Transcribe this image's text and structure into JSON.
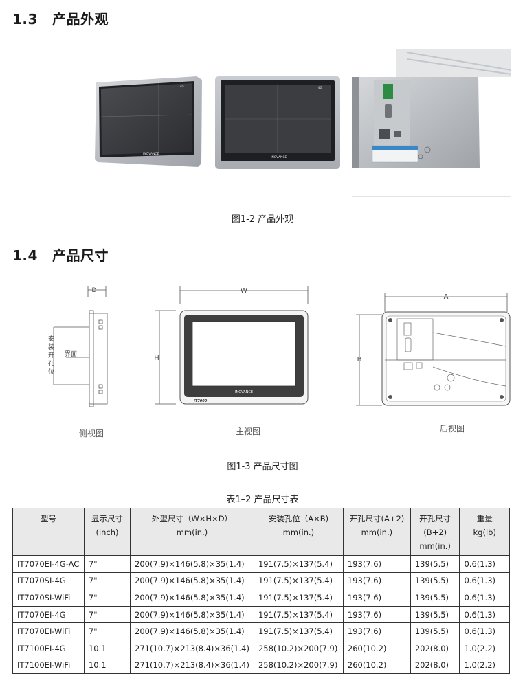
{
  "section_1_3": {
    "number": "1.3",
    "title": "产品外观"
  },
  "photo_front": {
    "logo": "INOVANCE",
    "badge": "4G"
  },
  "figure_1_2": {
    "caption": "图1-2 产品外观"
  },
  "section_1_4": {
    "number": "1.4",
    "title": "产品尺寸"
  },
  "drawing_side": {
    "dim_label": "D",
    "callout_vertical": [
      "安",
      "装",
      "开",
      "孔",
      "位"
    ],
    "callout_face": "界面",
    "view_label": "侧视图"
  },
  "drawing_front": {
    "dim_w": "W",
    "dim_h": "H",
    "logo": "INOVANCE",
    "model": "IT7000",
    "view_label": "主视图"
  },
  "drawing_back": {
    "dim_a": "A",
    "dim_b": "B",
    "view_label": "后视图"
  },
  "figure_1_3": {
    "caption": "图1-3 产品尺寸图"
  },
  "table_1_2": {
    "caption": "表1–2 产品尺寸表",
    "headers": {
      "model": [
        "型号"
      ],
      "display": [
        "显示尺寸",
        "(inch)"
      ],
      "outline": [
        "外型尺寸（W×H×D）",
        "mm(in.)"
      ],
      "mount": [
        "安装孔位（A×B)",
        "mm(in.)"
      ],
      "cut_a": [
        "开孔尺寸(A+2)",
        "mm(in.)"
      ],
      "cut_b": [
        "开孔尺寸",
        "(B+2)",
        "mm(in.)"
      ],
      "weight": [
        "重量",
        "kg(lb)"
      ]
    },
    "rows": [
      [
        "IT7070EI-4G-AC",
        "7\"",
        "200(7.9)×146(5.8)×35(1.4)",
        "191(7.5)×137(5.4)",
        "193(7.6)",
        "139(5.5)",
        "0.6(1.3)"
      ],
      [
        "IT7070SI-4G",
        "7\"",
        "200(7.9)×146(5.8)×35(1.4)",
        "191(7.5)×137(5.4)",
        "193(7.6)",
        "139(5.5)",
        "0.6(1.3)"
      ],
      [
        "IT7070SI-WiFi",
        "7\"",
        "200(7.9)×146(5.8)×35(1.4)",
        "191(7.5)×137(5.4)",
        "193(7.6)",
        "139(5.5)",
        "0.6(1.3)"
      ],
      [
        "IT7070EI-4G",
        "7\"",
        "200(7.9)×146(5.8)×35(1.4)",
        "191(7.5)×137(5.4)",
        "193(7.6)",
        "139(5.5)",
        "0.6(1.3)"
      ],
      [
        "IT7070EI-WiFi",
        "7\"",
        "200(7.9)×146(5.8)×35(1.4)",
        "191(7.5)×137(5.4)",
        "193(7.6)",
        "139(5.5)",
        "0.6(1.3)"
      ],
      [
        "IT7100EI-4G",
        "10.1",
        "271(10.7)×213(8.4)×36(1.4)",
        "258(10.2)×200(7.9)",
        "260(10.2)",
        "202(8.0)",
        "1.0(2.2)"
      ],
      [
        "IT7100EI-WiFi",
        "10.1",
        "271(10.7)×213(8.4)×36(1.4)",
        "258(10.2)×200(7.9)",
        "260(10.2)",
        "202(8.0)",
        "1.0(2.2)"
      ]
    ]
  }
}
